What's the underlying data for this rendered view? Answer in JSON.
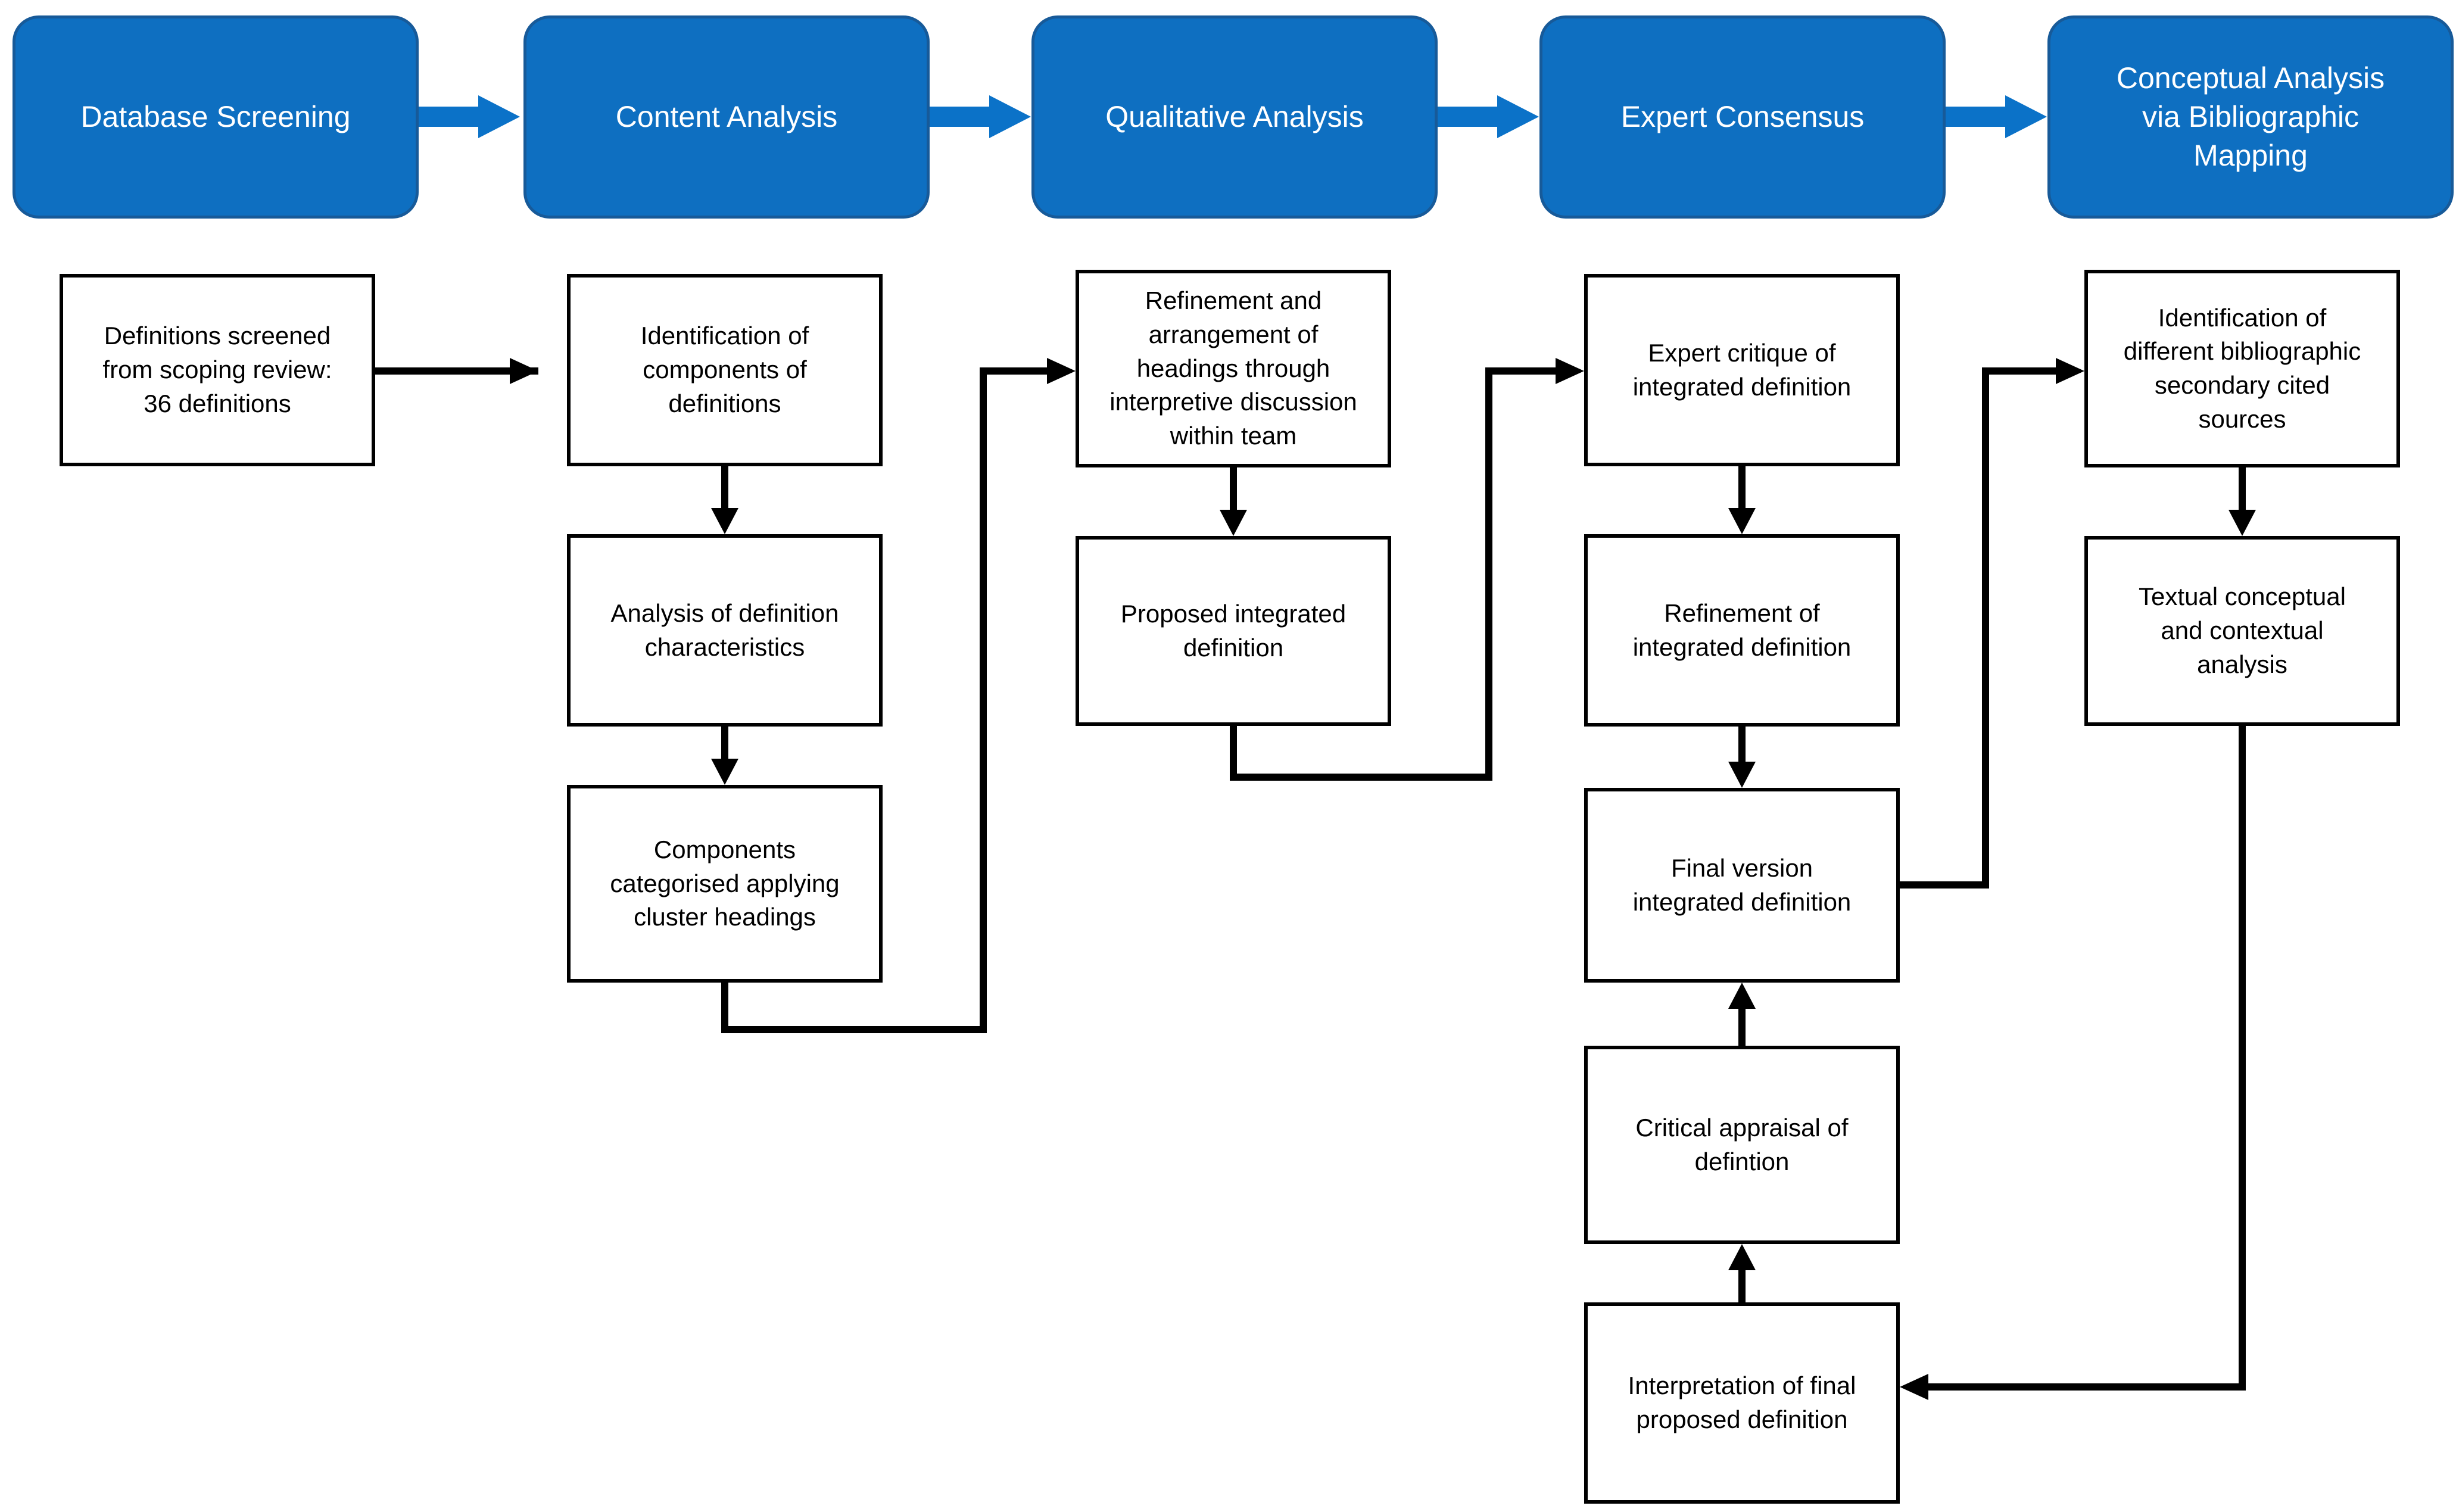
{
  "colors": {
    "stage_fill": "#0E6FC1",
    "stage_border": "#175A99",
    "flow_arrow": "#0B72C8",
    "connector": "#000000",
    "background": "#FFFFFF",
    "box_text": "#000000",
    "stage_text": "#FFFFFF"
  },
  "stages": [
    {
      "label": "Database Screening"
    },
    {
      "label": "Content Analysis"
    },
    {
      "label": "Qualitative Analysis"
    },
    {
      "label": "Expert Consensus"
    },
    {
      "label": "Conceptual Analysis\nvia Bibliographic\nMapping"
    }
  ],
  "columns": [
    {
      "boxes": [
        {
          "label": "Definitions screened\nfrom scoping review:\n36 definitions"
        }
      ]
    },
    {
      "boxes": [
        {
          "label": "Identification of\ncomponents of\ndefinitions"
        },
        {
          "label": "Analysis of definition\ncharacteristics"
        },
        {
          "label": "Components\ncategorised applying\ncluster headings"
        }
      ]
    },
    {
      "boxes": [
        {
          "label": "Refinement and\narrangement of\nheadings through\ninterpretive discussion\nwithin team"
        },
        {
          "label": "Proposed integrated\ndefinition"
        }
      ]
    },
    {
      "boxes": [
        {
          "label": "Expert critique of\nintegrated definition"
        },
        {
          "label": "Refinement of\nintegrated definition"
        },
        {
          "label": "Final version\nintegrated definition"
        },
        {
          "label": "Critical appraisal of\ndefintion"
        },
        {
          "label": "Interpretation of final\nproposed definition"
        }
      ]
    },
    {
      "boxes": [
        {
          "label": "Identification of\ndifferent bibliographic\nsecondary cited\nsources"
        },
        {
          "label": "Textual conceptual\nand contextual\nanalysis"
        }
      ]
    }
  ]
}
